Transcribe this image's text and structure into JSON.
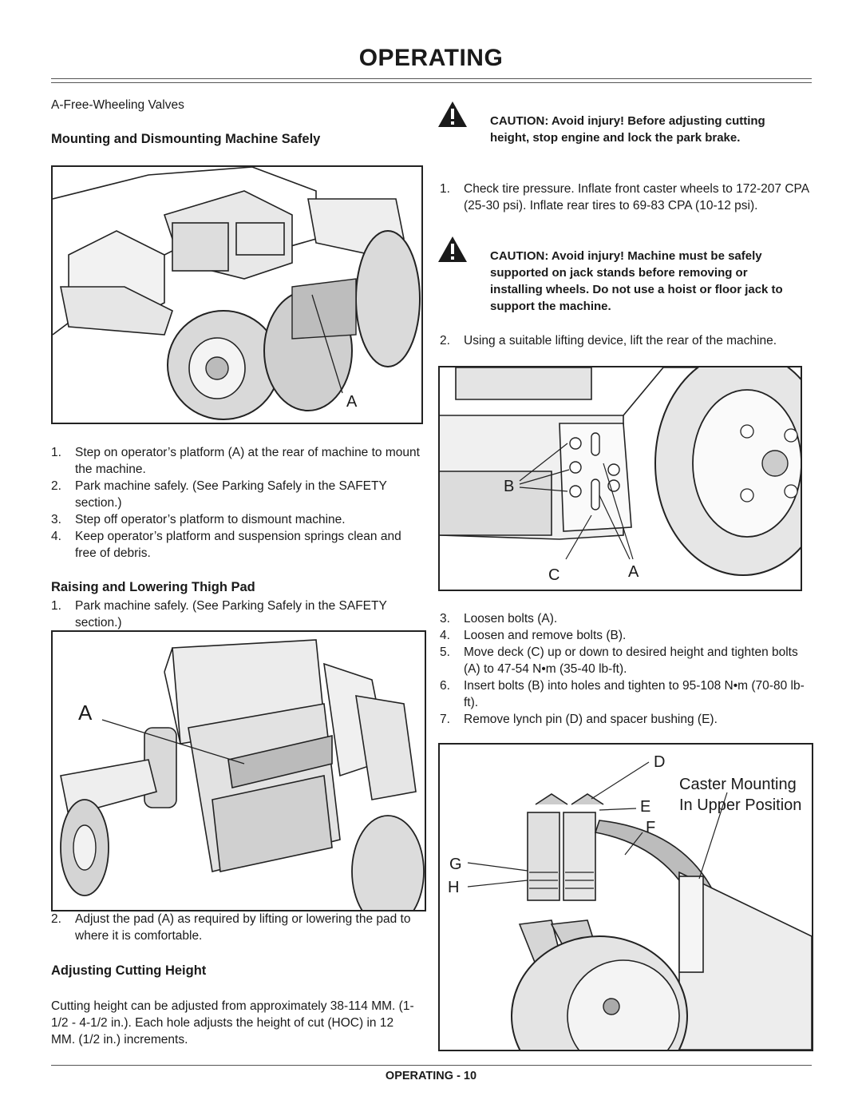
{
  "header": {
    "title": "OPERATING"
  },
  "left": {
    "valve_caption": "A-Free-Wheeling Valves",
    "mounting": {
      "heading": "Mounting and Dismounting Machine Safely",
      "figure_label": "A",
      "steps": [
        {
          "num": "1.",
          "text": "Step on operator’s platform (A) at the rear of machine to mount the machine."
        },
        {
          "num": "2.",
          "text": "Park machine safely. (See Parking Safely in the SAFETY section.)"
        },
        {
          "num": "3.",
          "text": "Step off operator’s platform to dismount machine."
        },
        {
          "num": "4.",
          "text": "Keep operator’s platform and suspension springs clean and free of debris."
        }
      ]
    },
    "thigh_pad": {
      "heading": "Raising and Lowering Thigh Pad",
      "steps": [
        {
          "num": "1.",
          "text": "Park machine safely. (See Parking Safely in the SAFETY section.)"
        }
      ],
      "figure_label": "A",
      "steps_after": [
        {
          "num": "2.",
          "text": "Adjust the pad (A) as required by lifting or lowering the pad to where it is comfortable."
        }
      ]
    },
    "cutting_height": {
      "heading": "Adjusting Cutting Height",
      "text": "Cutting height can be adjusted from approximately 38-114 MM. (1-1/2 - 4-1/2 in.). Each hole adjusts the height of cut (HOC) in 12 MM. (1/2 in.) increments."
    }
  },
  "right": {
    "caution1": "CAUTION: Avoid injury! Before adjusting cutting height, stop engine and lock the park brake.",
    "step1": {
      "num": "1.",
      "text": "Check tire pressure. Inflate front caster wheels to 172-207 CPA (25-30 psi). Inflate rear tires to 69-83 CPA (10-12 psi)."
    },
    "caution2": "CAUTION: Avoid injury! Machine must be safely supported on jack stands before removing or installing wheels. Do not use a hoist or floor jack to support the machine.",
    "step2": {
      "num": "2.",
      "text": "Using a suitable lifting device, lift the rear of the machine."
    },
    "figure_bolts": {
      "label_b": "B",
      "label_c": "C",
      "label_a": "A"
    },
    "steps": [
      {
        "num": "3.",
        "text": "Loosen bolts (A)."
      },
      {
        "num": "4.",
        "text": "Loosen and remove bolts (B)."
      },
      {
        "num": "5.",
        "text": "Move deck (C) up or down to desired height and tighten bolts (A) to 47-54 N•m (35-40 lb-ft)."
      },
      {
        "num": "6.",
        "text": "Insert bolts (B) into holes and tighten to 95-108 N•m (70-80 lb-ft)."
      },
      {
        "num": "7.",
        "text": "Remove lynch pin (D) and spacer bushing (E)."
      }
    ],
    "figure_caster": {
      "label_d": "D",
      "label_e": "E",
      "label_f": "F",
      "label_g": "G",
      "label_h": "H",
      "caption_line1": "Caster Mounting",
      "caption_line2": "In Upper Position"
    }
  },
  "footer": {
    "page": "OPERATING - 10"
  }
}
